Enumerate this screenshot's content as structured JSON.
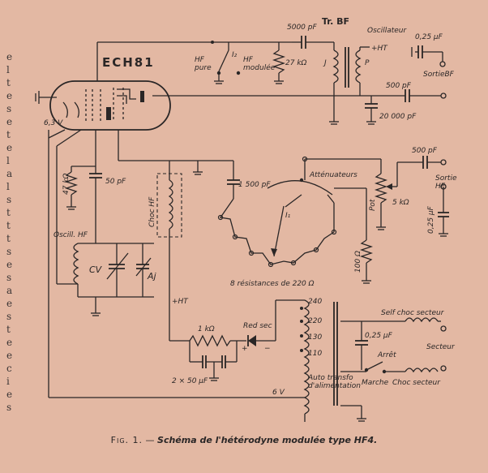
{
  "margin_letters": [
    "e",
    "l",
    "t",
    "e",
    "s",
    "e",
    "t",
    "e",
    "l",
    "a",
    "l",
    "s",
    "t",
    "t",
    "t",
    "s",
    "e",
    "s",
    "a",
    "e",
    "s",
    "t",
    "e",
    "e",
    "c",
    "i",
    "e",
    "s"
  ],
  "labels": {
    "tube": "ECH81",
    "tr_bf": "Tr. BF",
    "c_5000": "5000 pF",
    "oscillateur": "Oscillateur",
    "plus_ht_top": "+HT",
    "c_025_top": "0,25 µF",
    "sortie_bf": "SortieBF",
    "i2": "I₂",
    "hf_pure": "HF\npure",
    "hf_modulee": "HF\nmodulée",
    "r_27k": "27 kΩ",
    "j": "J",
    "p": "P",
    "c_500_mid": "500 pF",
    "c_20000": "20 000 pF",
    "v63": "6,3 V",
    "r_47k": "47 kΩ",
    "c_50": "50 pF",
    "choc_hf": "Choc HF",
    "c_1500": "1 500 pF",
    "attenuateurs": "Atténuateurs",
    "i1": "I₁",
    "c_500_right": "500 pF",
    "sortie_hf": "Sortie\nHF",
    "pot": "Pot",
    "pot_val": "5 kΩ",
    "c_025_right": "0,25 µF",
    "oscill_hf": "Oscill. HF",
    "cv": "CV",
    "aj": "Aj",
    "r_100": "100 Ω",
    "resistances": "8 résistances de 220 Ω",
    "plus_ht_mid": "+HT",
    "r_1k": "1 kΩ",
    "red_sec": "Red sec",
    "c_2x50": "2 × 50 µF",
    "t240": "240",
    "t220": "220",
    "t130": "130",
    "t110": "110",
    "self_choc": "Self choc secteur",
    "c_025_bottom": "0,25 µF",
    "arret": "Arrêt",
    "secteur": "Secteur",
    "marche": "Marche",
    "choc_secteur": "Choc secteur",
    "auto_transfo": "Auto transfo\nd'alimentation",
    "v6": "6 V",
    "plus": "+",
    "minus": "−"
  },
  "caption": {
    "fig": "Fig. 1.",
    "dash": " — ",
    "title": "Schéma de l'hétérodyne modulée type HF4."
  }
}
